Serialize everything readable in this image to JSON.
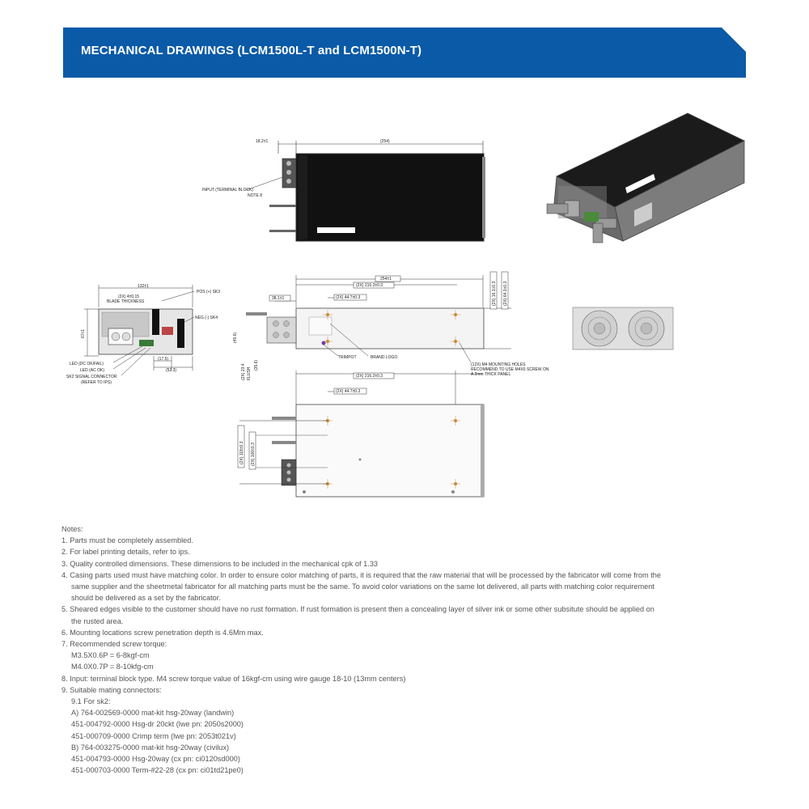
{
  "header": {
    "title": "MECHANICAL DRAWINGS (LCM1500L-T and LCM1500N-T)",
    "bar_color": "#0a5aa8"
  },
  "drawing": {
    "top_view": {
      "dim_offset": "18.2±1",
      "dim_length": "(254)",
      "input_label_1": "INPUT (TERMINAL BLOCK)",
      "input_label_2": "NOTE 8"
    },
    "end_view": {
      "dim_width": "132±1",
      "dim_blade": "(2X) 4±0.15",
      "blade_label": "BLADE THICKNESS",
      "dim_height": "67±1",
      "pos_label": "POS (+) SK3",
      "neg_label": "NEG (-) SK4",
      "led_dc": "LED (DC OK/FAIL)",
      "led_ac": "LED (AC OK)",
      "sk2_label_1": "SK2 SIGNAL CONNECTOR",
      "sk2_label_2": "(REFER TO IPS)",
      "dim_17_5": "(17.5)",
      "dim_52_3": "(52.3)"
    },
    "side_view": {
      "dim_254": "254±1",
      "dim_216": "(2X) 216.2±0.3",
      "dim_44": "(2X) 44.7±0.3",
      "dim_38": "38.1±1",
      "dim_v1": "(2X) 16.1±0.3",
      "dim_v2": "(2X) 64.3±0.3",
      "dim_v3": "(45.6)",
      "dim_v4": "(2X) 23.4",
      "dim_v5": "FLUSH",
      "dim_v6": "(35.6)",
      "trimpot": "TRIMPOT",
      "brand_logo": "BRAND LOGO",
      "holes_1": "(12X) M4 MOUNTING HOLES",
      "holes_2": "RECOMMEND TO USE M4X6 SCREW ON",
      "holes_3": "A 2mm THICK PANEL"
    },
    "bottom_view": {
      "dim_216": "(2X) 216.2±0.3",
      "dim_44": "(2X) 44.7±0.3",
      "dim_v1": "(2X) 118±0.3",
      "dim_v2": "(2X) 100±0.3"
    }
  },
  "notes": {
    "heading": "Notes:",
    "items": [
      "1. Parts must be completely assembled.",
      "2. For label printing details, refer to ips.",
      "3. Quality controlled dimensions. These dimensions to be included in the mechanical cpk of 1.33",
      "4. Casing parts used must have matching color. In order to ensure color matching of parts, it is required that the raw material that will be processed by the fabricator will come from the",
      "same supplier and the sheetmetal fabricator for all matching parts must be the same. To avoid color variations on the same lot delivered, all parts with matching color requirement",
      "should be delivered as a set by the fabricator.",
      "5. Sheared edges visible to the customer should have no rust formation. If rust formation is present then a concealing layer of silver ink or some other subsitute should be applied on",
      "the rusted area.",
      "6. Mounting locations screw penetration depth is 4.6Mm max.",
      "7. Recommended screw torque:",
      "M3.5X0.6P = 6-8kgf-cm",
      "M4.0X0.7P = 8-10kfg-cm",
      "8. Input: terminal block type. M4 screw torque value of 16kgf-cm using wire gauge 18-10 (13mm centers)",
      "9. Suitable mating connectors:",
      "9.1 For sk2:",
      "A) 764-002569-0000 mat-kit hsg-20way (landwin)",
      "451-004792-0000 Hsg-dr 20ckt (lwe pn: 2050s2000)",
      "451-000709-0000 Crimp term (lwe pn: 2053t021v)",
      "B) 764-003275-0000 mat-kit hsg-20way (civilux)",
      "451-004793-0000 Hsg-20way (cx pn: ci0120sd000)",
      "451-000703-0000 Term-#22-28 (cx pn: ci01td21pe0)"
    ]
  }
}
